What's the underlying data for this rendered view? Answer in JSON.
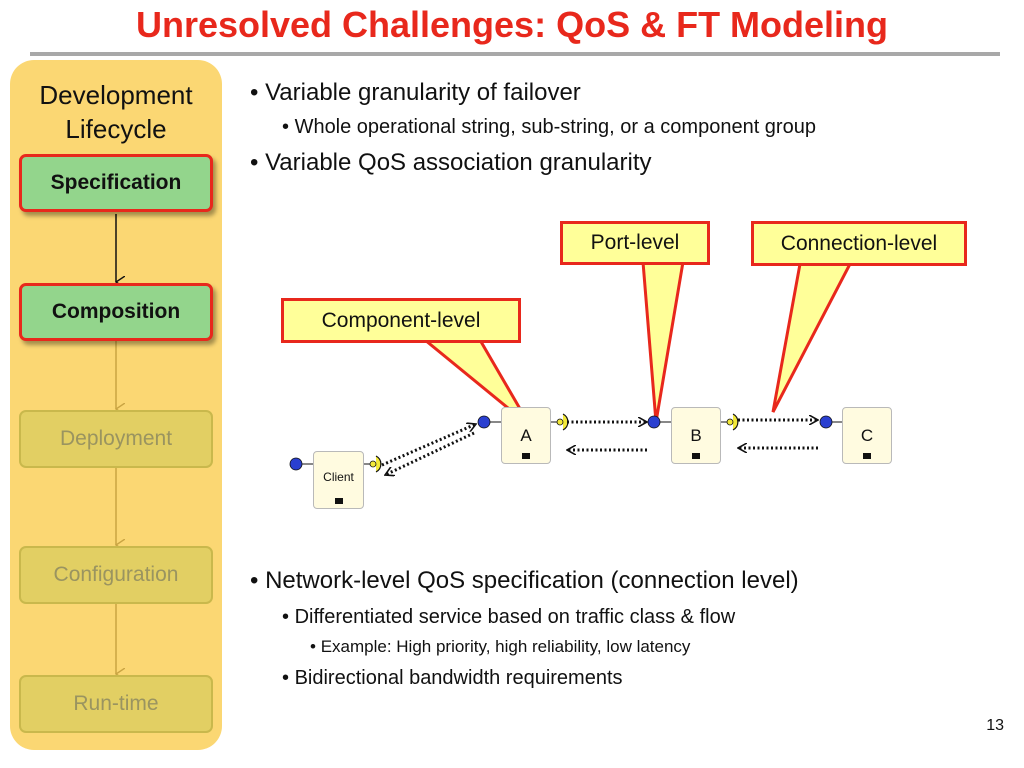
{
  "title": "Unresolved Challenges: QoS & FT Modeling",
  "lifecycle": {
    "heading_line1": "Development",
    "heading_line2": "Lifecycle",
    "phases": [
      {
        "label": "Specification",
        "active": true
      },
      {
        "label": "Composition",
        "active": true
      },
      {
        "label": "Deployment",
        "active": false
      },
      {
        "label": "Configuration",
        "active": false
      },
      {
        "label": "Run-time",
        "active": false
      }
    ]
  },
  "bullets": {
    "failover": "Variable granularity of failover",
    "failover_sub": "Whole operational string, sub-string, or a component group",
    "qos": "Variable QoS association granularity",
    "network": "Network-level QoS specification (connection level)",
    "network_sub1": "Differentiated service based on traffic class & flow",
    "network_sub1_example": "Example: High priority, high reliability, low latency",
    "network_sub2": "Bidirectional bandwidth requirements"
  },
  "callouts": {
    "port": "Port-level",
    "connection": "Connection-level",
    "component": "Component-level"
  },
  "components": {
    "client": "Client",
    "a": "A",
    "b": "B",
    "c": "C"
  },
  "page_number": "13",
  "colors": {
    "title": "#e8281c",
    "panel": "#fbd773",
    "active_phase": "#93d58c",
    "inactive_phase": "#e2cf63",
    "callout_fill": "#ffff99",
    "callout_border": "#e8281c",
    "port_blue": "#2a3fd0"
  }
}
